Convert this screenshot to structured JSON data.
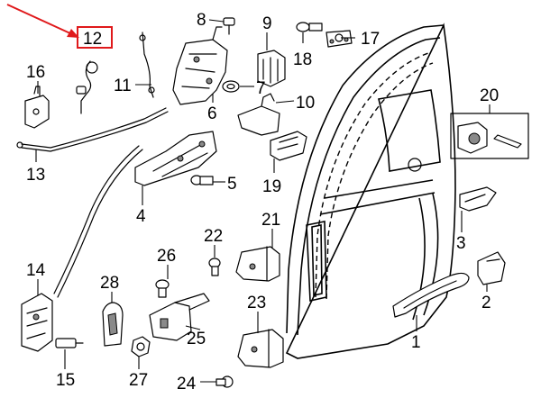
{
  "accent": {
    "highlight": "#e0191b",
    "line": "#000000"
  },
  "callouts": [
    {
      "id": "12",
      "label": "12"
    },
    {
      "id": "8",
      "label": "8"
    },
    {
      "id": "9",
      "label": "9"
    },
    {
      "id": "18",
      "label": "18"
    },
    {
      "id": "17",
      "label": "17"
    },
    {
      "id": "16",
      "label": "16"
    },
    {
      "id": "11",
      "label": "11"
    },
    {
      "id": "7",
      "label": "7"
    },
    {
      "id": "10",
      "label": "10"
    },
    {
      "id": "6",
      "label": "6"
    },
    {
      "id": "20",
      "label": "20"
    },
    {
      "id": "13",
      "label": "13"
    },
    {
      "id": "5",
      "label": "5"
    },
    {
      "id": "19",
      "label": "19"
    },
    {
      "id": "4",
      "label": "4"
    },
    {
      "id": "21",
      "label": "21"
    },
    {
      "id": "3",
      "label": "3"
    },
    {
      "id": "22",
      "label": "22"
    },
    {
      "id": "26",
      "label": "26"
    },
    {
      "id": "14",
      "label": "14"
    },
    {
      "id": "28",
      "label": "28"
    },
    {
      "id": "2",
      "label": "2"
    },
    {
      "id": "23",
      "label": "23"
    },
    {
      "id": "25",
      "label": "25"
    },
    {
      "id": "1",
      "label": "1"
    },
    {
      "id": "15",
      "label": "15"
    },
    {
      "id": "27",
      "label": "27"
    },
    {
      "id": "24",
      "label": "24"
    }
  ]
}
